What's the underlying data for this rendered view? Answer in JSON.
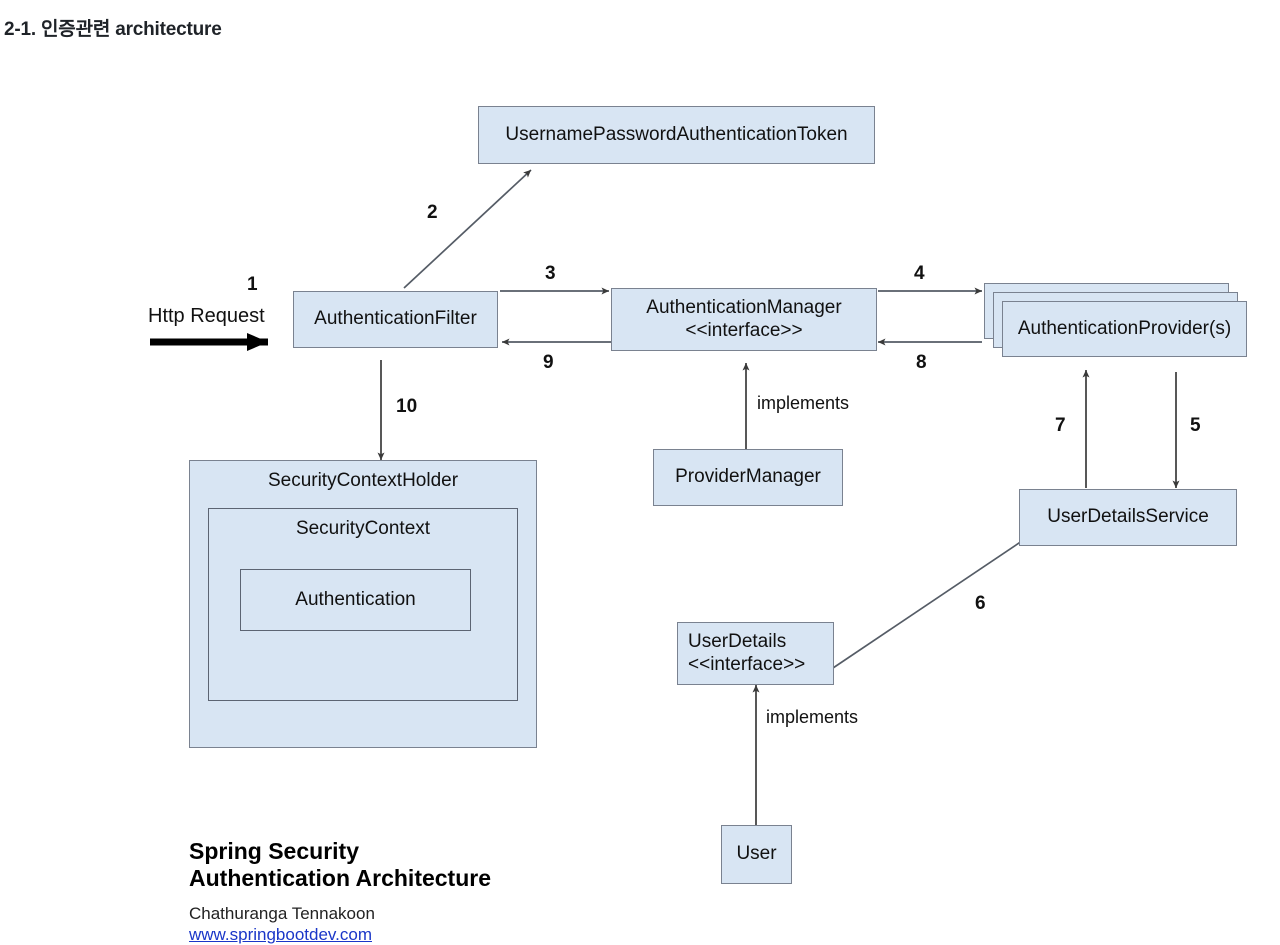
{
  "heading": "2-1. 인증관련 architecture",
  "diagram": {
    "title": "Spring Security Authentication Architecture",
    "nodes": {
      "username_password_token": "UsernamePasswordAuthenticationToken",
      "authentication_filter": "AuthenticationFilter",
      "authentication_manager": "AuthenticationManager\n<<interface>>",
      "authentication_providers": "AuthenticationProvider(s)",
      "provider_manager": "ProviderManager",
      "user_details_service": "UserDetailsService",
      "security_context_holder": "SecurityContextHolder",
      "security_context": "SecurityContext",
      "authentication": "Authentication",
      "user_details": "UserDetails\n<<interface>>",
      "user": "User"
    },
    "edge_labels": {
      "http_request": "Http Request",
      "step_1": "1",
      "step_2": "2",
      "step_3": "3",
      "step_4": "4",
      "step_5": "5",
      "step_6": "6",
      "step_7": "7",
      "step_8": "8",
      "step_9": "9",
      "step_10": "10",
      "implements_manager": "implements",
      "implements_user": "implements"
    },
    "colors": {
      "node_fill": "#d8e5f3",
      "node_border": "#7a8290",
      "arrow": "#3a3a3a",
      "bold_arrow": "#000000",
      "link": "#1a36c8"
    }
  },
  "credit": {
    "title": "Spring Security\nAuthentication Architecture",
    "author": "Chathuranga Tennakoon",
    "website": "www.springbootdev.com"
  }
}
